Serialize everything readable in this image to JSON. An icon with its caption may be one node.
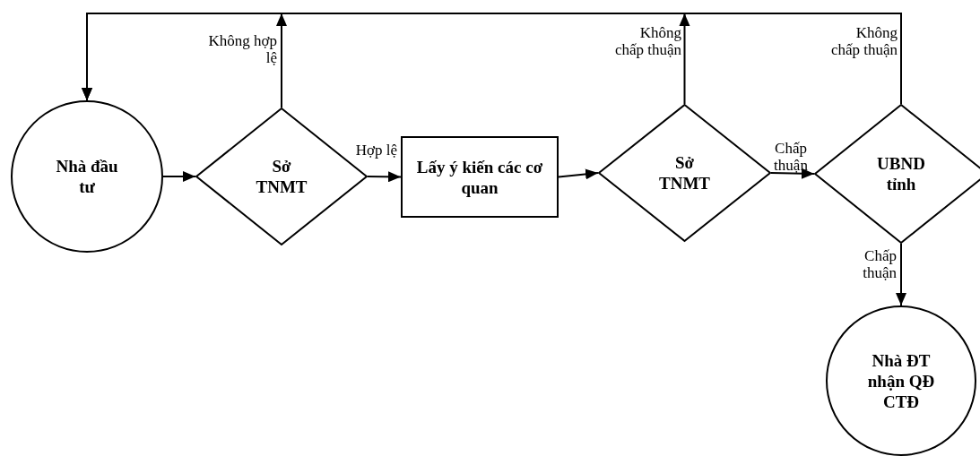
{
  "diagram": {
    "nodes": [
      {
        "text": [
          "Nhà đầu tư"
        ]
      },
      {
        "text": [
          "Sở TNMT"
        ]
      },
      {
        "text": [
          "Lấy ý kiến các cơ quan"
        ]
      },
      {
        "text": [
          "Sở TNMT"
        ]
      },
      {
        "text": [
          "UBND tỉnh"
        ]
      },
      {
        "text": [
          "Nhà ĐT nhận QĐ CTĐ"
        ]
      }
    ],
    "edges": [
      {
        "from": 0,
        "to": 1,
        "arrow": "to"
      },
      {
        "from": 1,
        "to": 2,
        "arrow": "to",
        "label": "Hợp lệ"
      },
      {
        "from": 2,
        "to": 3,
        "arrow": "to"
      },
      {
        "from": 3,
        "to": 4,
        "arrow": "to",
        "label": "Chấp thuận"
      },
      {
        "from": 4,
        "to": 5,
        "arrow": "to",
        "label": "Chấp thuận"
      },
      {
        "from": 1,
        "to": 0,
        "arrow": "to",
        "label": "Không hợp lệ"
      },
      {
        "from": 3,
        "to": 0,
        "arrow": "to",
        "label": "Không chấp thuận"
      },
      {
        "from": 4,
        "to": 0,
        "arrow": "to",
        "label": "Không chấp thuận"
      }
    ]
  }
}
